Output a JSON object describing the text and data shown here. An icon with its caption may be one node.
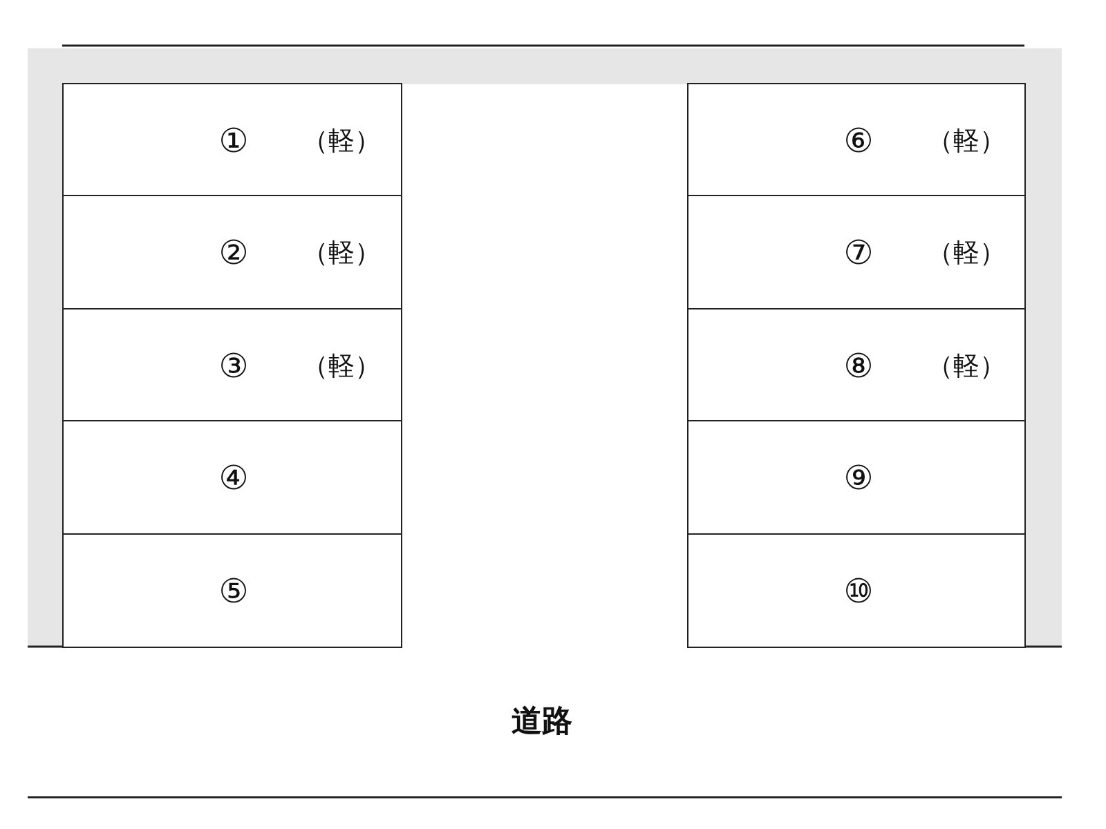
{
  "diagram": {
    "nodes": [
      {
        "text": [
          "①",
          "（軽）"
        ]
      },
      {
        "text": [
          "②",
          "（軽）"
        ]
      },
      {
        "text": [
          "③",
          "（軽）"
        ]
      },
      {
        "text": [
          "④"
        ]
      },
      {
        "text": [
          "⑤"
        ]
      },
      {
        "text": [
          "⑥",
          "（軽）"
        ]
      },
      {
        "text": [
          "⑦",
          "（軽）"
        ]
      },
      {
        "text": [
          "⑧",
          "（軽）"
        ]
      },
      {
        "text": [
          "⑨"
        ]
      },
      {
        "text": [
          "⑩"
        ]
      }
    ],
    "labels": [
      "道路"
    ]
  }
}
